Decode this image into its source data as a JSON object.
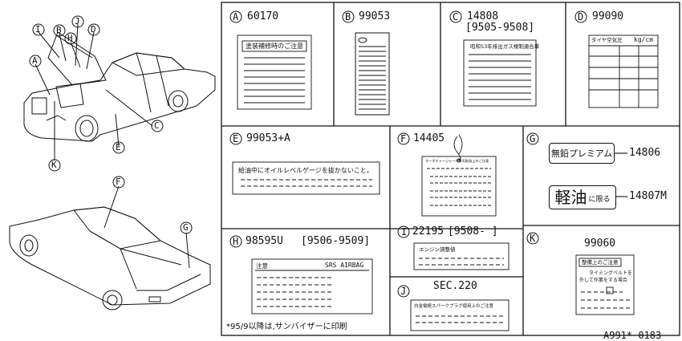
{
  "panels": {
    "A": {
      "letter": "A",
      "part_no": "60170",
      "label_text": "塗装補修時のご注意"
    },
    "B": {
      "letter": "B",
      "part_no": "99053"
    },
    "C": {
      "letter": "C",
      "part_no": "14808",
      "sub": "[9505-9508]",
      "label_text": "昭和53年排出ガス規制適合車"
    },
    "D": {
      "letter": "D",
      "part_no": "99090",
      "label_text": "タイヤ空気圧",
      "unit": "kg/cm"
    },
    "E": {
      "letter": "E",
      "part_no": "99053+A",
      "label_text": "給油中にオイルレベルゲージを抜かないこと。"
    },
    "F": {
      "letter": "F",
      "part_no": "14405",
      "label_text": "ターボチャージャー付車両取扱上のご注意"
    },
    "G": {
      "letter": "G",
      "label1": "無鉛プレミアム",
      "part1": "14806",
      "label2_big": "軽油",
      "label2_small": "に限る",
      "part2": "14807M"
    },
    "H": {
      "letter": "H",
      "part_no": "98595U",
      "sub": "[9506-9509]",
      "label_left": "注意",
      "label_right": "SRS AIRBAG",
      "note": "*95/9以降は,サンバイザーに印刷"
    },
    "I": {
      "letter": "I",
      "part_no": "22195",
      "sub": "[9508-   ]",
      "label_text": "エンジン調整値"
    },
    "J": {
      "letter": "J",
      "part_no": "SEC.220",
      "label_text": "白金電極スパークプラグ使用上のご注意"
    },
    "K": {
      "letter": "K",
      "part_no": "99060",
      "label_title": "整備上のご注意",
      "label_l1": "タイミングベルトを",
      "label_l2": "外して作業をする場合"
    }
  },
  "callouts": {
    "top_car": [
      "I",
      "B",
      "J",
      "H",
      "D",
      "A",
      "C",
      "E",
      "K"
    ],
    "bottom_car": [
      "F",
      "G"
    ]
  },
  "footer": {
    "diagram_id": "A991* 0183"
  }
}
